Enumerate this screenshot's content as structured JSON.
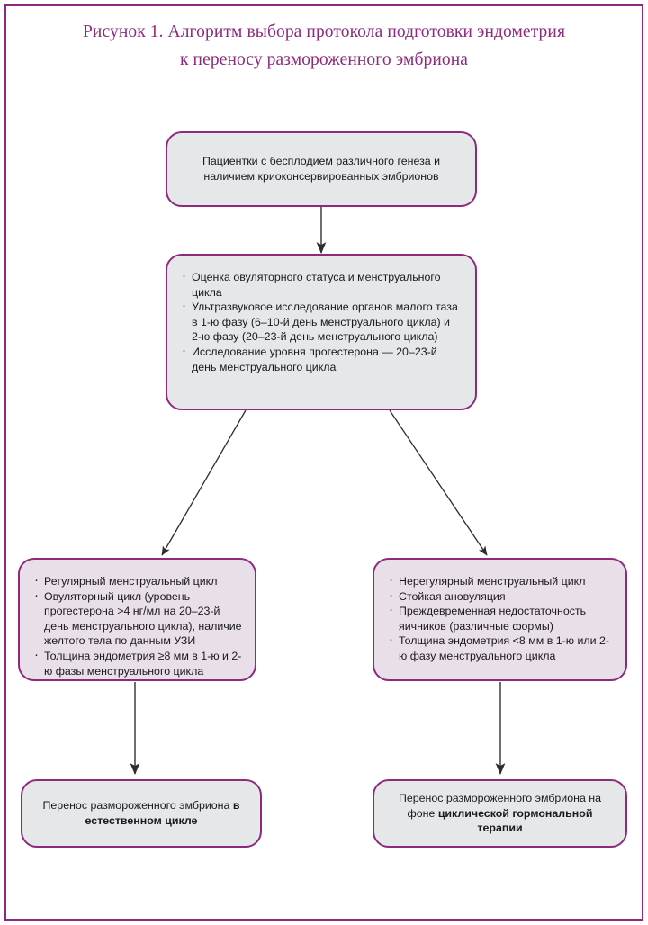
{
  "figure": {
    "title_line1": "Рисунок 1. Алгоритм выбора протокола подготовки эндометрия",
    "title_line2": "к переносу размороженного эмбриона",
    "accent_color": "#8d2a7e",
    "gray_fill": "#e6e7e9",
    "pink_fill": "#e9dfe9",
    "arrow_color": "#3a3a3a"
  },
  "nodes": {
    "start": {
      "text": "Пациентки с бесплодием различного генеза и наличием криоконсервированных эмбрионов"
    },
    "assessment": {
      "bullets": [
        "Оценка овуляторного статуса и менструального цикла",
        "Ультразвуковое исследование органов малого таза в 1-ю фазу (6–10-й день менструального цикла) и 2-ю фазу (20–23-й день менструального цикла)",
        "Исследование уровня прогестерона — 20–23-й день менструального цикла"
      ]
    },
    "left_branch": {
      "bullets": [
        " Регулярный менструальный цикл",
        "Овуляторный цикл (уровень прогестерона >4 нг/мл на 20–23-й день менструального цикла), наличие желтого тела по данным УЗИ",
        "Толщина эндометрия ≥8 мм в 1-ю и 2-ю фазы менструального цикла"
      ]
    },
    "right_branch": {
      "bullets": [
        "Нерегулярный менструальный цикл",
        "Стойкая ановуляция",
        "Преждевременная недостаточность яичников (различные формы)",
        "Толщина эндометрия <8 мм в 1-ю или 2-ю фазу менструального цикла"
      ]
    },
    "left_outcome": {
      "prefix": "Перенос размороженного эмбриона ",
      "emphasis": "в естественном цикле"
    },
    "right_outcome": {
      "prefix": "Перенос размороженного эмбриона на фоне ",
      "emphasis": "циклической гормональной терапии"
    }
  }
}
